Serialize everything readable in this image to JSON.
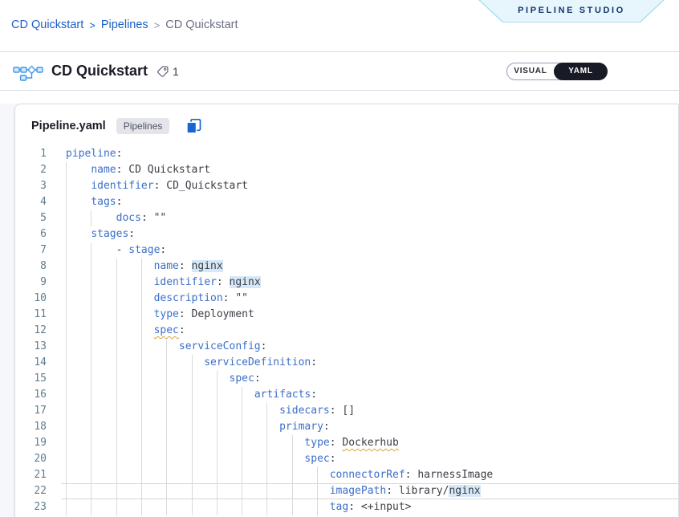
{
  "colors": {
    "brand_blue": "#1b5fc8",
    "yaml_key_blue": "#3c6fca",
    "highlight_blue": "#d6e8f8",
    "warning_squiggle": "#d7a43a",
    "studio_tab_bg": "#e7f6fd",
    "yaml_toggle_bg": "#181a26"
  },
  "breadcrumb": {
    "items": [
      {
        "label": "CD Quickstart"
      },
      {
        "label": "Pipelines"
      }
    ],
    "current": "CD Quickstart",
    "separator": ">"
  },
  "studio_tab": {
    "label": "PIPELINE STUDIO"
  },
  "header": {
    "title": "CD Quickstart",
    "tag_count": "1",
    "toggle": {
      "visual": "VISUAL",
      "yaml": "YAML",
      "active": "YAML"
    }
  },
  "editor": {
    "filename": "Pipeline.yaml",
    "badge": "Pipelines",
    "icons": {
      "copy": "copy-icon",
      "pipeline": "pipeline-icon",
      "tag": "tag-icon"
    },
    "lines": [
      {
        "n": 1,
        "i": 0,
        "s": [
          {
            "c": "key",
            "t": "pipeline"
          },
          {
            "c": "p",
            "t": ":"
          }
        ]
      },
      {
        "n": 2,
        "i": 4,
        "s": [
          {
            "c": "key",
            "t": "name"
          },
          {
            "c": "p",
            "t": ": "
          },
          {
            "c": "val",
            "t": "CD Quickstart"
          }
        ]
      },
      {
        "n": 3,
        "i": 4,
        "s": [
          {
            "c": "key",
            "t": "identifier"
          },
          {
            "c": "p",
            "t": ": "
          },
          {
            "c": "val",
            "t": "CD_Quickstart"
          }
        ]
      },
      {
        "n": 4,
        "i": 4,
        "s": [
          {
            "c": "key",
            "t": "tags"
          },
          {
            "c": "p",
            "t": ":"
          }
        ]
      },
      {
        "n": 5,
        "i": 8,
        "s": [
          {
            "c": "key",
            "t": "docs"
          },
          {
            "c": "p",
            "t": ": "
          },
          {
            "c": "val",
            "t": "\"\""
          }
        ]
      },
      {
        "n": 6,
        "i": 4,
        "s": [
          {
            "c": "key",
            "t": "stages"
          },
          {
            "c": "p",
            "t": ":"
          }
        ]
      },
      {
        "n": 7,
        "i": 8,
        "s": [
          {
            "c": "val",
            "t": "- "
          },
          {
            "c": "key",
            "t": "stage"
          },
          {
            "c": "p",
            "t": ":"
          }
        ]
      },
      {
        "n": 8,
        "i": 14,
        "s": [
          {
            "c": "key",
            "t": "name"
          },
          {
            "c": "p",
            "t": ": "
          },
          {
            "c": "hl",
            "t": "nginx"
          }
        ]
      },
      {
        "n": 9,
        "i": 14,
        "s": [
          {
            "c": "key",
            "t": "identifier"
          },
          {
            "c": "p",
            "t": ": "
          },
          {
            "c": "hl",
            "t": "nginx"
          }
        ]
      },
      {
        "n": 10,
        "i": 14,
        "s": [
          {
            "c": "key",
            "t": "description"
          },
          {
            "c": "p",
            "t": ": "
          },
          {
            "c": "val",
            "t": "\"\""
          }
        ]
      },
      {
        "n": 11,
        "i": 14,
        "s": [
          {
            "c": "key",
            "t": "type"
          },
          {
            "c": "p",
            "t": ": "
          },
          {
            "c": "val",
            "t": "Deployment"
          }
        ]
      },
      {
        "n": 12,
        "i": 14,
        "s": [
          {
            "c": "keyw",
            "t": "spec"
          },
          {
            "c": "p",
            "t": ":"
          }
        ]
      },
      {
        "n": 13,
        "i": 18,
        "s": [
          {
            "c": "key",
            "t": "serviceConfig"
          },
          {
            "c": "p",
            "t": ":"
          }
        ]
      },
      {
        "n": 14,
        "i": 22,
        "s": [
          {
            "c": "key",
            "t": "serviceDefinition"
          },
          {
            "c": "p",
            "t": ":"
          }
        ]
      },
      {
        "n": 15,
        "i": 26,
        "s": [
          {
            "c": "key",
            "t": "spec"
          },
          {
            "c": "p",
            "t": ":"
          }
        ]
      },
      {
        "n": 16,
        "i": 30,
        "s": [
          {
            "c": "key",
            "t": "artifacts"
          },
          {
            "c": "p",
            "t": ":"
          }
        ]
      },
      {
        "n": 17,
        "i": 34,
        "s": [
          {
            "c": "key",
            "t": "sidecars"
          },
          {
            "c": "p",
            "t": ": "
          },
          {
            "c": "val",
            "t": "[]"
          }
        ]
      },
      {
        "n": 18,
        "i": 34,
        "s": [
          {
            "c": "key",
            "t": "primary"
          },
          {
            "c": "p",
            "t": ":"
          }
        ]
      },
      {
        "n": 19,
        "i": 38,
        "s": [
          {
            "c": "key",
            "t": "type"
          },
          {
            "c": "p",
            "t": ": "
          },
          {
            "c": "valw",
            "t": "Dockerhub"
          }
        ]
      },
      {
        "n": 20,
        "i": 38,
        "s": [
          {
            "c": "key",
            "t": "spec"
          },
          {
            "c": "p",
            "t": ":"
          }
        ]
      },
      {
        "n": 21,
        "i": 42,
        "s": [
          {
            "c": "key",
            "t": "connectorRef"
          },
          {
            "c": "p",
            "t": ": "
          },
          {
            "c": "val",
            "t": "harnessImage"
          }
        ]
      },
      {
        "n": 22,
        "i": 42,
        "cur": true,
        "s": [
          {
            "c": "key",
            "t": "imagePath"
          },
          {
            "c": "p",
            "t": ": "
          },
          {
            "c": "val",
            "t": "library/"
          },
          {
            "c": "hl",
            "t": "nginx"
          }
        ]
      },
      {
        "n": 23,
        "i": 42,
        "s": [
          {
            "c": "key",
            "t": "tag"
          },
          {
            "c": "p",
            "t": ": "
          },
          {
            "c": "val",
            "t": "<+input>"
          }
        ]
      }
    ]
  }
}
